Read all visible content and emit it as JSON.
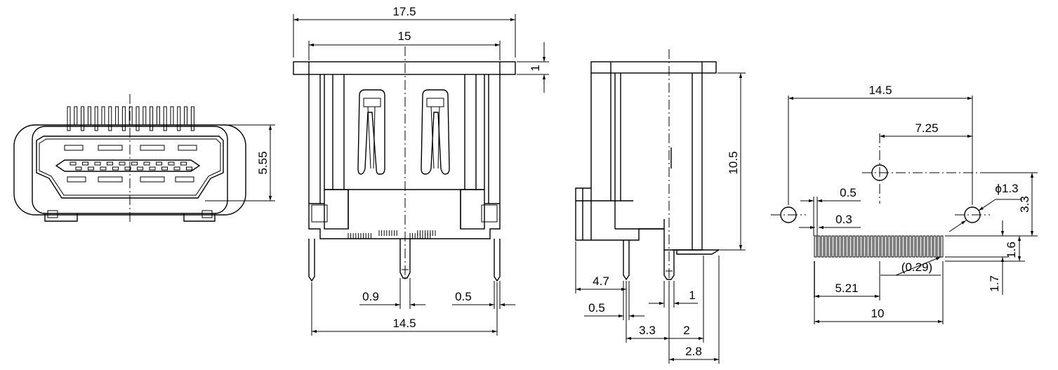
{
  "views": {
    "front_connector": {
      "dim_height": "5.55"
    },
    "front_pcb": {
      "dim_overall_width": "17.5",
      "dim_body_width": "15",
      "dim_flange_thickness": "1",
      "dim_pin_width": "0.9",
      "dim_post_width": "0.5",
      "dim_post_span": "14.5"
    },
    "side": {
      "dim_height": "10.5",
      "dim_shell_depth": "4.7",
      "dim_pin_thickness": "0.5",
      "dim_pin_offset": "3.3",
      "dim_post_offset": "2",
      "dim_tail_length": "2.8",
      "dim_post_width": "1"
    },
    "footprint": {
      "dim_hole_span": "14.5",
      "dim_hole_half": "7.25",
      "dim_hole_dia": "ϕ1.3",
      "dim_hole_offset": "3.3",
      "dim_pad_width": "0.5",
      "dim_pad_gap": "0.3",
      "dim_pad_row": "(0.29)",
      "dim_pad_offset": "5.21",
      "dim_pad_span": "10",
      "dim_pad_length": "1.6",
      "dim_pad_total": "1.7"
    }
  }
}
